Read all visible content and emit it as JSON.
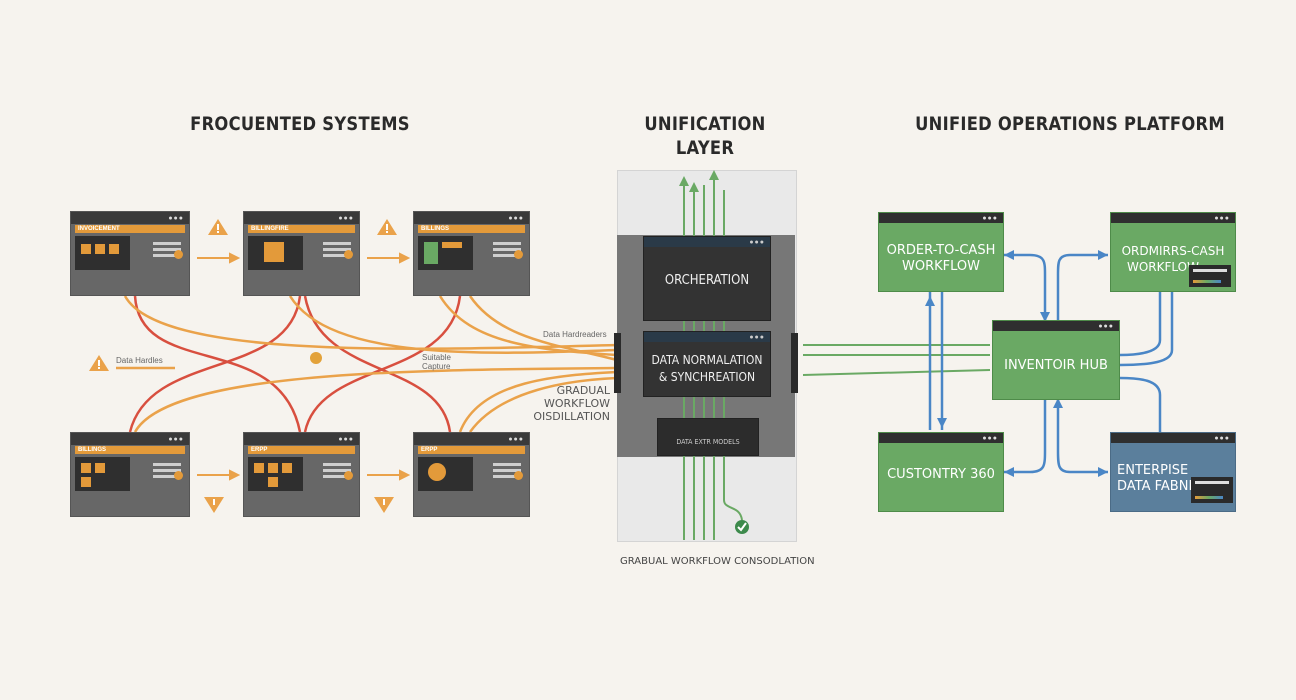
{
  "headings": {
    "left": "FROCUENTED SYSTEMS",
    "middle_line1": "UNIFICATION",
    "middle_line2": "LAYER",
    "right": "UNIFIED OPERATIONS PLATFORM"
  },
  "legacy_windows": [
    {
      "header": "INVOICEMENT"
    },
    {
      "header": "BILLINGFIRE"
    },
    {
      "header": "BILLINGS"
    },
    {
      "header": "BILLINGS"
    },
    {
      "header": "ERPP"
    },
    {
      "header": "ERPP"
    }
  ],
  "annotations": {
    "left_warning": "Data Hardles",
    "middle_small": "Suitable\nCapture",
    "to_layer": "Data Hardreaders",
    "workflow_line1": "GRADUAL WORKFLOW",
    "workflow_line2": "OISDILLATION"
  },
  "layer": {
    "orchestration": "ORCHERATION",
    "normalization_line1": "DATA NORMALATION",
    "normalization_line2": "& SYNCHREATION",
    "bottom_box": "DATA EXTR MODELS"
  },
  "footer": "GRABUAL WORKFLOW CONSODLATION",
  "platform": {
    "order_to_cash_line1": "ORDER-TO-CASH",
    "order_to_cash_line2": "WORKFLOW",
    "orders_line1": "ORDMIRRS-CASH",
    "orders_line2": "WORKFLOW",
    "inventory": "INVENTOIR HUB",
    "customer": "CUSTONTRY 360",
    "enterprise_line1": "ENTERPISE",
    "enterprise_line2": "DATA FABNIC"
  },
  "colors": {
    "orange": "#e39a3a",
    "red": "#d84f3f",
    "green": "#6aa964",
    "blue": "#4a86c6",
    "slate": "#5b7f9c"
  },
  "icons": [
    "warning-icon",
    "window-dots-icon",
    "checkmark-icon"
  ]
}
